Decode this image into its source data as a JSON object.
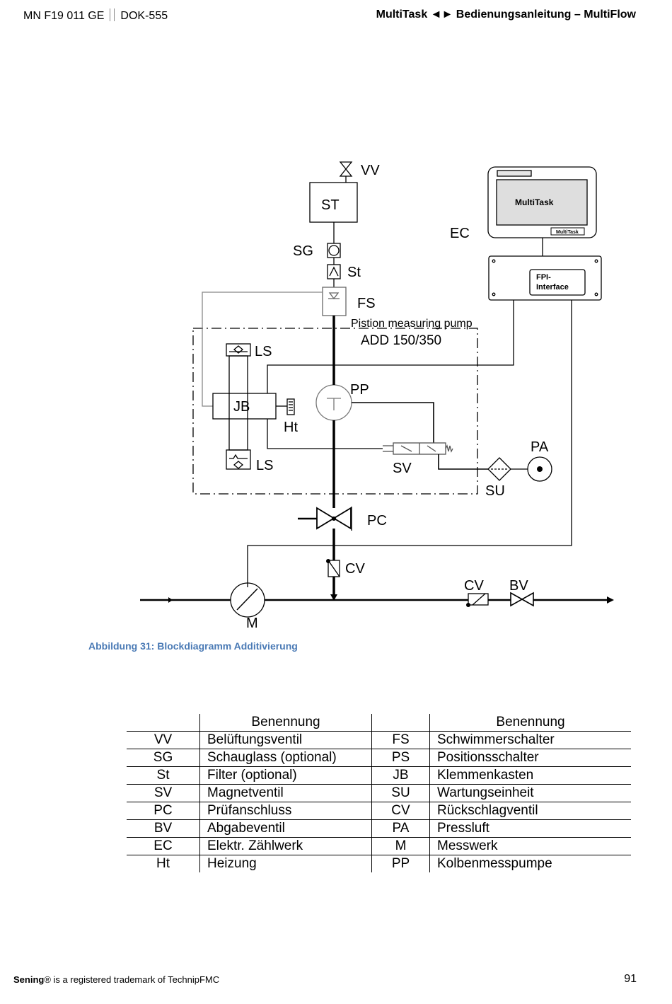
{
  "header": {
    "doc_id": "MN F19 011 GE",
    "doc_no": "DOK-555",
    "title": "MultiTask ◄► Bedienungsanleitung – MultiFlow"
  },
  "diagram": {
    "labels": {
      "vv": "VV",
      "st_tank": "ST",
      "sg": "SG",
      "st_filter": "St",
      "fs": "FS",
      "pump_name": "Pistion measuring pump",
      "pump_model": "ADD 150/350",
      "ls_top": "LS",
      "ls_bottom": "LS",
      "jb": "JB",
      "ht": "Ht",
      "pp": "PP",
      "pa": "PA",
      "sv": "SV",
      "su": "SU",
      "pc": "PC",
      "cv_vertical": "CV",
      "cv_main": "CV",
      "bv": "BV",
      "m": "M",
      "ec": "EC",
      "multitask_screen": "MultiTask",
      "multitask_small": "MultiTask",
      "fpi_line1": "FPI-",
      "fpi_line2": "Interface"
    }
  },
  "caption": "Abbildung 31: Blockdiagramm Additivierung",
  "legend": {
    "header_left": "Benennung",
    "header_right": "Benennung",
    "rows": [
      {
        "a": "VV",
        "b": "Belüftungsventil",
        "c": "FS",
        "d": "Schwimmerschalter"
      },
      {
        "a": "SG",
        "b": "Schauglass (optional)",
        "c": "PS",
        "d": "Positionsschalter"
      },
      {
        "a": "St",
        "b": "Filter (optional)",
        "c": "JB",
        "d": "Klemmenkasten"
      },
      {
        "a": "SV",
        "b": "Magnetventil",
        "c": "SU",
        "d": "Wartungseinheit"
      },
      {
        "a": "PC",
        "b": "Prüfanschluss",
        "c": "CV",
        "d": "Rückschlagventil"
      },
      {
        "a": "BV",
        "b": "Abgabeventil",
        "c": "PA",
        "d": "Pressluft"
      },
      {
        "a": "EC",
        "b": "Elektr. Zählwerk",
        "c": "M",
        "d": "Messwerk"
      },
      {
        "a": "Ht",
        "b": "Heizung",
        "c": "PP",
        "d": "Kolbenmesspumpe"
      }
    ]
  },
  "footer": {
    "brand": "Sening",
    "trademark_suffix": "® is a registered trademark of TechnipFMC",
    "page": "91"
  }
}
